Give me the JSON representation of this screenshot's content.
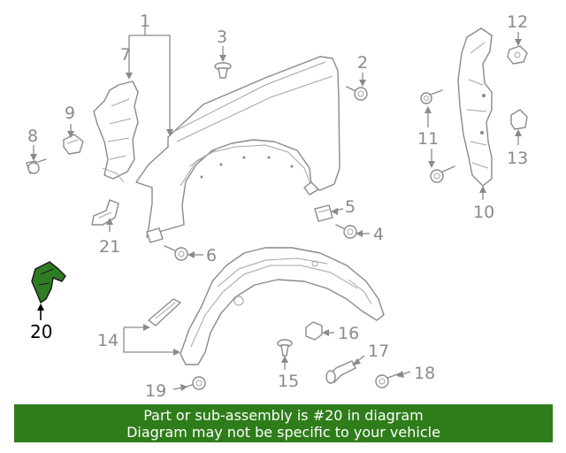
{
  "callouts": {
    "c1": "1",
    "c2": "2",
    "c3": "3",
    "c4": "4",
    "c5": "5",
    "c6": "6",
    "c7": "7",
    "c8": "8",
    "c9": "9",
    "c10": "10",
    "c11": "11",
    "c12": "12",
    "c13": "13",
    "c14": "14",
    "c15": "15",
    "c16": "16",
    "c17": "17",
    "c18": "18",
    "c19": "19",
    "c20": "20",
    "c21": "21"
  },
  "highlighted_part": "20",
  "banner": {
    "line1": "Part or sub-assembly is #20 in diagram",
    "line2": "Diagram may not be specific to your vehicle",
    "color": "#2e7d1a"
  }
}
